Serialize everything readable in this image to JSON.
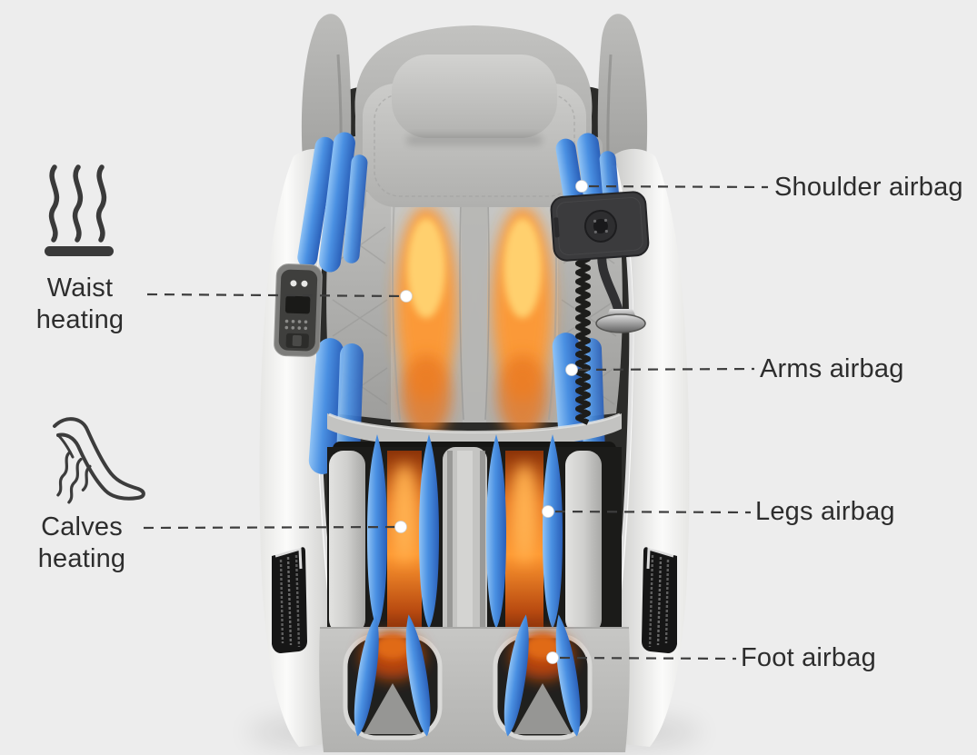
{
  "figure": {
    "type": "product-feature-diagram",
    "subject": "Massage chair front view with heating zones and airbags"
  },
  "colors": {
    "background": "#ededed",
    "label_text": "#2d2d2d",
    "leader_line": "#3d3d3d",
    "airbag_blue": "#4a90e2",
    "heating_orange": "#ff9830",
    "chair_gray": "#b7b7b5",
    "shell_white": "#f7f7f6"
  },
  "annotations": {
    "waist_heating": {
      "label": "Waist heating",
      "icon": "heat-waves-icon",
      "side": "left"
    },
    "calves_heating": {
      "label": "Calves heating",
      "icon": "leg-heat-icon",
      "side": "left"
    },
    "shoulder_airbag": {
      "label": "Shoulder airbag",
      "side": "right"
    },
    "arms_airbag": {
      "label": "Arms airbag",
      "side": "right"
    },
    "legs_airbag": {
      "label": "Legs airbag",
      "side": "right"
    },
    "foot_airbag": {
      "label": "Foot airbag",
      "side": "right"
    }
  }
}
